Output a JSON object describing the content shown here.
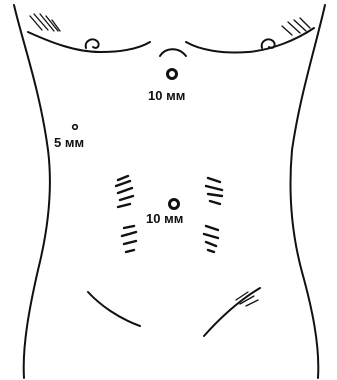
{
  "ports": [
    {
      "id": "subxiphoid",
      "label": "10 мм"
    },
    {
      "id": "right-flank",
      "label": "5 мм"
    },
    {
      "id": "umbilical",
      "label": "10 мм"
    }
  ],
  "colors": {
    "ink": "#111111",
    "background": "#ffffff"
  }
}
